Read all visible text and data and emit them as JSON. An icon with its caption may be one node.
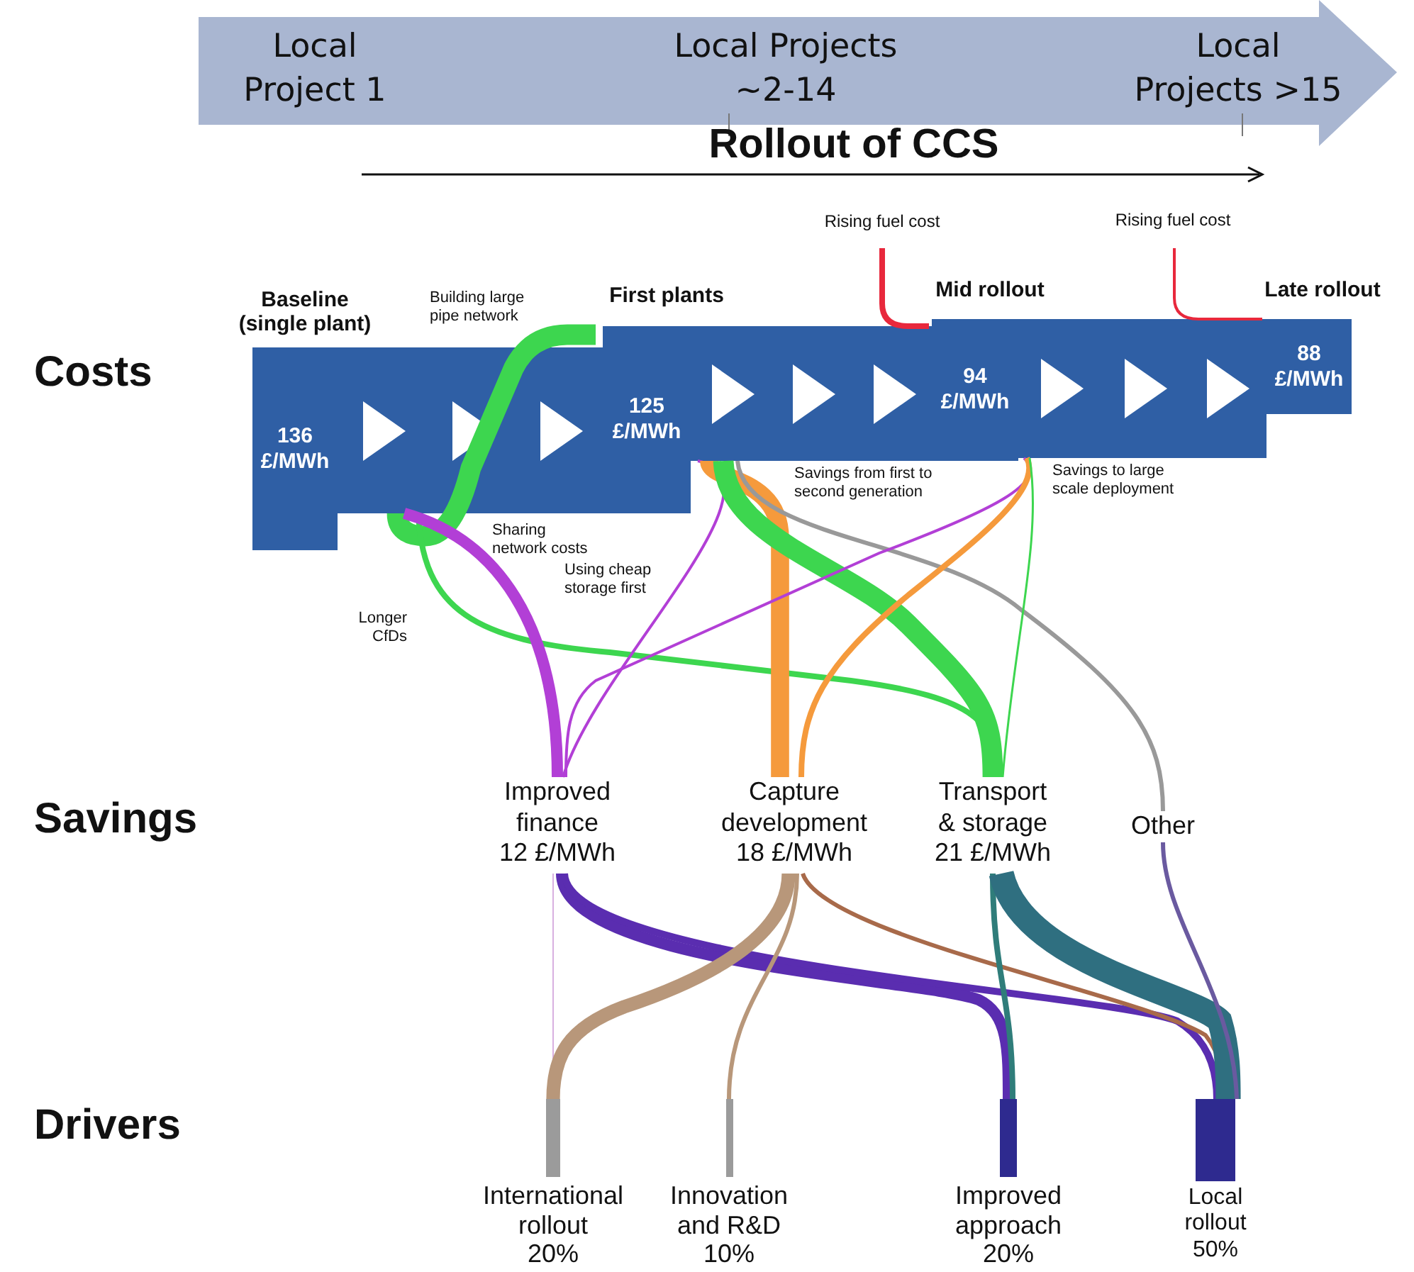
{
  "diagram": {
    "nodes": [
      {
        "text": [
          "Local Project 1",
          "Local Projects ~2-14",
          "Local Projects >15"
        ]
      },
      {
        "text": [
          "Baseline (single plant)",
          "136 £/MWh"
        ]
      },
      {
        "text": [],
        "shape": "box"
      },
      {
        "text": [
          "First plants",
          "125 £/MWh"
        ]
      },
      {
        "text": [],
        "shape": "box"
      },
      {
        "text": [
          "Mid rollout",
          "94 £/MWh"
        ]
      },
      {
        "text": [],
        "shape": "box"
      },
      {
        "text": [
          "Late rollout",
          "88 £/MWh"
        ]
      },
      {
        "text": [
          "Improved finance 12 £/MWh"
        ]
      },
      {
        "text": [
          "Capture development 18 £/MWh"
        ]
      },
      {
        "text": [
          "Transport & storage 21 £/MWh"
        ]
      },
      {
        "text": [
          "Other"
        ]
      },
      {
        "text": [
          "International rollout 20%"
        ]
      },
      {
        "text": [
          "Innovation and R&D 10%"
        ]
      },
      {
        "text": [
          "Improved approach 20%"
        ]
      },
      {
        "text": [
          "Local rollout 50%"
        ]
      }
    ],
    "edges": [
      {
        "from": 2,
        "to": 3,
        "arrow": "none",
        "style": "thick",
        "color": "#3dd64f"
      },
      {
        "from": 2,
        "to": 10,
        "arrow": "none",
        "color": "#3dd64f"
      },
      {
        "from": 2,
        "to": 8,
        "arrow": "none",
        "style": "thick",
        "color": "#b23fd6"
      },
      {
        "from": 4,
        "to": 8,
        "arrow": "none",
        "color": "#b23fd6"
      },
      {
        "from": 4,
        "to": 9,
        "arrow": "none",
        "style": "thick",
        "color": "#f59a3c"
      },
      {
        "from": 4,
        "to": 10,
        "arrow": "none",
        "style": "thick",
        "color": "#3dd64f"
      },
      {
        "from": 4,
        "to": 11,
        "arrow": "none",
        "color": "#999999"
      },
      {
        "from": 6,
        "to": 8,
        "arrow": "none",
        "color": "#b23fd6"
      },
      {
        "from": 6,
        "to": 9,
        "arrow": "none",
        "color": "#f59a3c"
      },
      {
        "from": 6,
        "to": 10,
        "arrow": "none",
        "color": "#3dd64f"
      },
      {
        "from": null,
        "to": 4,
        "arrow": "none",
        "color": "#e8283c"
      },
      {
        "from": null,
        "to": 6,
        "arrow": "none",
        "color": "#e8283c"
      },
      {
        "from": 8,
        "to": 12,
        "arrow": "none",
        "color": "#d8b0e0"
      },
      {
        "from": 8,
        "to": 14,
        "arrow": "none",
        "style": "thick",
        "color": "#5a2db0"
      },
      {
        "from": 8,
        "to": 15,
        "arrow": "none",
        "color": "#5a2db0"
      },
      {
        "from": 9,
        "to": 12,
        "arrow": "none",
        "style": "thick",
        "color": "#b8977a"
      },
      {
        "from": 9,
        "to": 13,
        "arrow": "none",
        "color": "#b8977a"
      },
      {
        "from": 9,
        "to": 15,
        "arrow": "none",
        "color": "#a86a4a"
      },
      {
        "from": 10,
        "to": 14,
        "arrow": "none",
        "color": "#2f7d7a"
      },
      {
        "from": 10,
        "to": 15,
        "arrow": "none",
        "style": "thick",
        "color": "#2f6f80"
      },
      {
        "from": 11,
        "to": 15,
        "arrow": "none",
        "color": "#6a5aa0"
      }
    ],
    "labels": [
      "Rollout of CCS",
      "Rising fuel cost",
      "Rising fuel cost",
      "Building large pipe network",
      "Costs",
      "Sharing network costs",
      "Savings from first to second generation",
      "Savings to large scale deployment",
      "Using cheap storage first",
      "Longer CfDs",
      "Savings",
      "Drivers"
    ]
  }
}
